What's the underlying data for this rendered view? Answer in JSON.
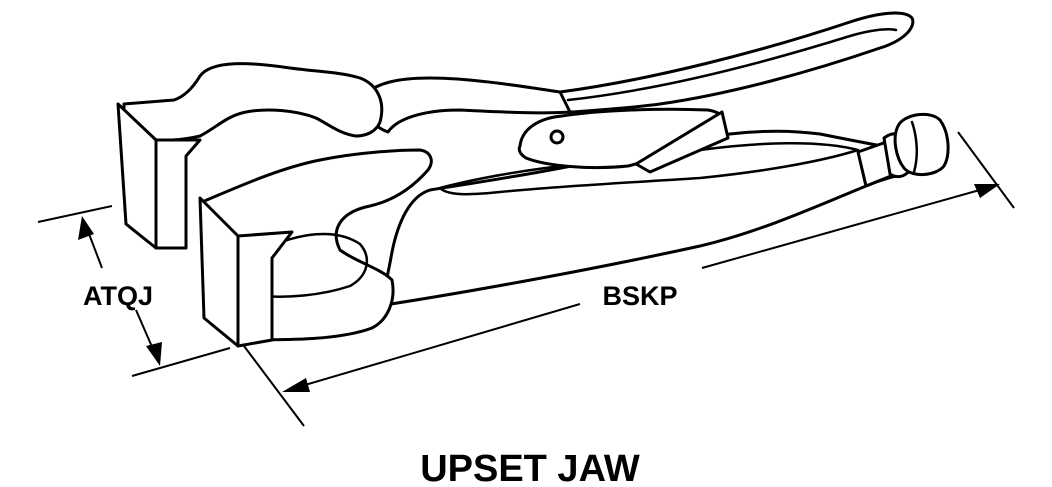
{
  "title": "UPSET JAW",
  "dimensions": {
    "jaw_width_code": "ATQJ",
    "overall_length_code": "BSKP"
  },
  "colors": {
    "ink": "#000000",
    "background": "#ffffff"
  }
}
